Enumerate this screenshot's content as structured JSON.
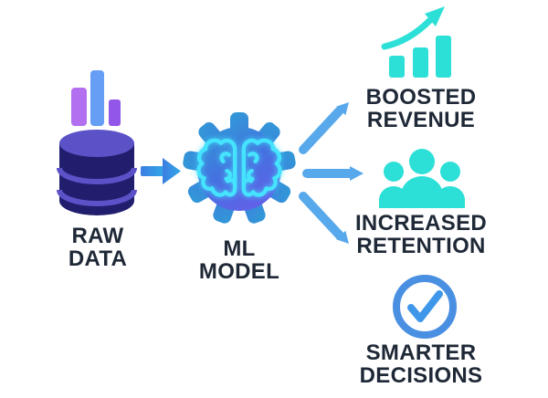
{
  "palette": {
    "background": "#ffffff",
    "text_dark": "#1e2836",
    "teal": "#2de0d7",
    "arrow_blue": "#58a9ec",
    "flow_arrow_blue": "#3d7ee2",
    "flow_arrow_cyan": "#30a8e6",
    "db_body": "#221e6e",
    "db_top": "#5b52c8",
    "bar_purple": "#b26ff0",
    "bar_blue": "#669df5",
    "bar_violet": "#9257e8",
    "gear_top": "#2f9ed6",
    "gear_mid": "#4472e0",
    "gear_bottom": "#6f58ec",
    "brain_cyan": "#45e3fd",
    "check_ring": "#4a90e2",
    "check_mark": "#3f97ea"
  },
  "nodes": {
    "raw_data": {
      "line1": "RAW",
      "line2": "DATA"
    },
    "ml_model": {
      "line1": "ML",
      "line2": "MODEL"
    }
  },
  "outcomes": [
    {
      "line1": "BOOSTED",
      "line2": "REVENUE"
    },
    {
      "line1": "INCREASED",
      "line2": "RETENTION"
    },
    {
      "line1": "SMARTER",
      "line2": "DECISIONS"
    }
  ],
  "icons": {
    "left": [
      "bar-chart-icon",
      "database-icon"
    ],
    "center": [
      "gear-icon",
      "brain-icon"
    ],
    "connectors": [
      "flow-arrow-icon",
      "fan-arrow-up-icon",
      "fan-arrow-right-icon",
      "fan-arrow-down-icon"
    ],
    "right": [
      "growth-chart-icon",
      "people-group-icon",
      "checkmark-circle-icon"
    ]
  }
}
